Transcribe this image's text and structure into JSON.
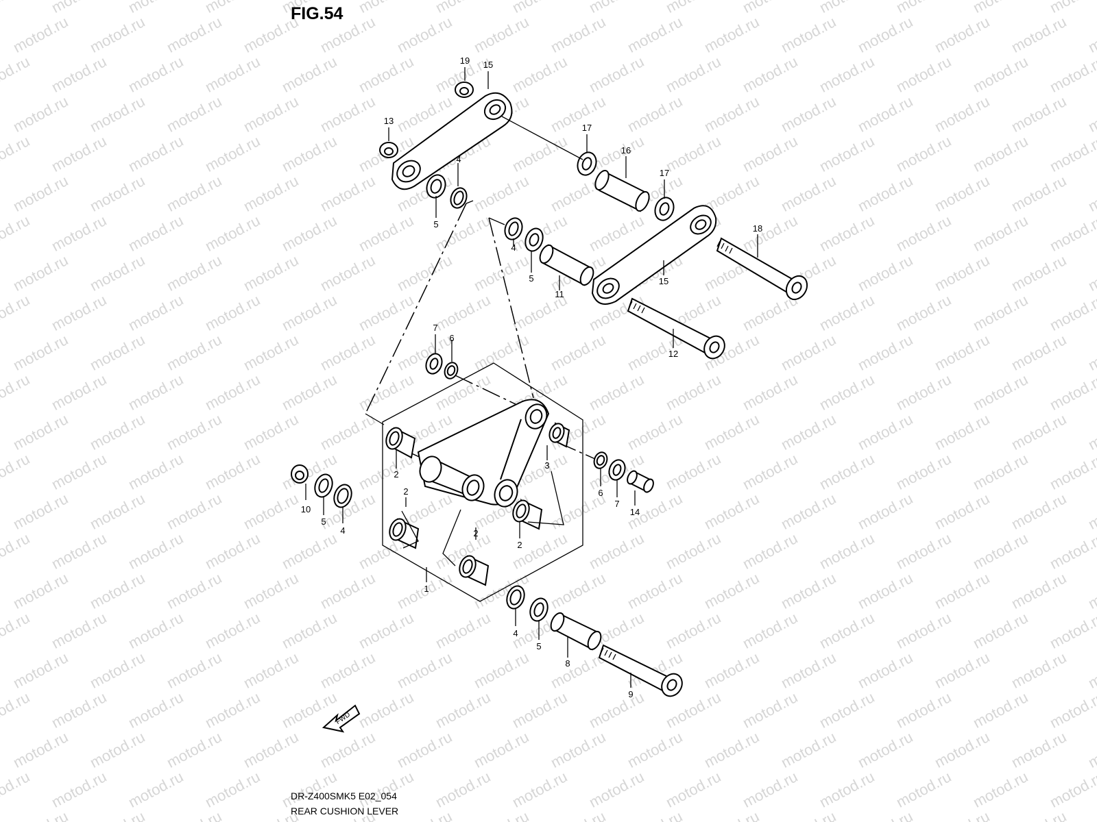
{
  "figure": {
    "title": "FIG.54",
    "model_code": "DR-Z400SMK5 E02_054",
    "caption": "REAR CUSHION LEVER",
    "fwd_label": "FWD",
    "watermark": "motod.ru"
  },
  "callouts": [
    "19",
    "15",
    "13",
    "17",
    "16",
    "4",
    "17",
    "5",
    "4",
    "18",
    "5",
    "15",
    "11",
    "12",
    "7",
    "6",
    "2",
    "3",
    "2",
    "10",
    "5",
    "4",
    "6",
    "7",
    "14",
    "2",
    "2",
    "1",
    "4",
    "5",
    "8",
    "9"
  ]
}
